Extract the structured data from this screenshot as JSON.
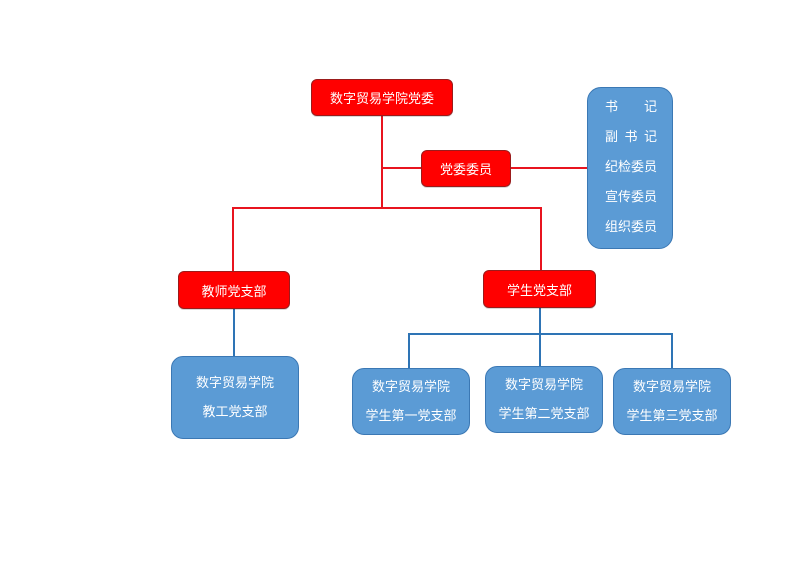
{
  "org_chart": {
    "root": "数字贸易学院党委",
    "committee": "党委委员",
    "roles": [
      "书 记",
      "副书记",
      "纪检委员",
      "宣传委员",
      "组织委员"
    ],
    "branches": {
      "teacher": {
        "label": "教师党支部",
        "children": [
          {
            "line1": "数字贸易学院",
            "line2": "教工党支部"
          }
        ]
      },
      "student": {
        "label": "学生党支部",
        "children": [
          {
            "line1": "数字贸易学院",
            "line2": "学生第一党支部"
          },
          {
            "line1": "数字贸易学院",
            "line2": "学生第二党支部"
          },
          {
            "line1": "数字贸易学院",
            "line2": "学生第三党支部"
          }
        ]
      }
    }
  },
  "colors": {
    "red_box": "#ff0000",
    "red_line": "#e8141f",
    "blue_box": "#5b9bd5",
    "blue_line": "#2e74b5"
  }
}
